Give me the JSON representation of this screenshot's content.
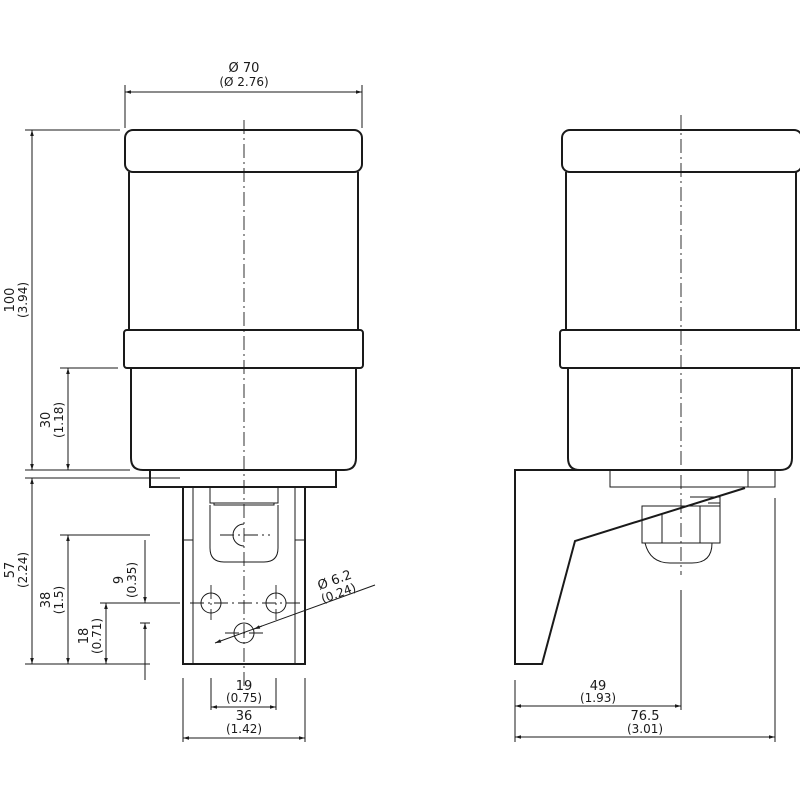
{
  "title": "Dimensional drawing",
  "dimensions": {
    "diameter": {
      "mm": "Ø 70",
      "in": "(Ø 2.76)"
    },
    "height_total": {
      "mm": "100",
      "in": "(3.94)"
    },
    "height_lower": {
      "mm": "30",
      "in": "(1.18)"
    },
    "bracket_height": {
      "mm": "57",
      "in": "(2.24)"
    },
    "hole_height": {
      "mm": "38",
      "in": "(1.5)"
    },
    "hole_low": {
      "mm": "18",
      "in": "(0.71)"
    },
    "hole_spacing_v": {
      "mm": "9",
      "in": "(0.35)"
    },
    "hole_diameter": {
      "mm": "Ø 6.2",
      "in": "(0.24)"
    },
    "hole_spacing_h": {
      "mm": "19",
      "in": "(0.75)"
    },
    "bracket_width": {
      "mm": "36",
      "in": "(1.42)"
    },
    "depth_center": {
      "mm": "49",
      "in": "(1.93)"
    },
    "depth_total": {
      "mm": "76.5",
      "in": "(3.01)"
    }
  }
}
